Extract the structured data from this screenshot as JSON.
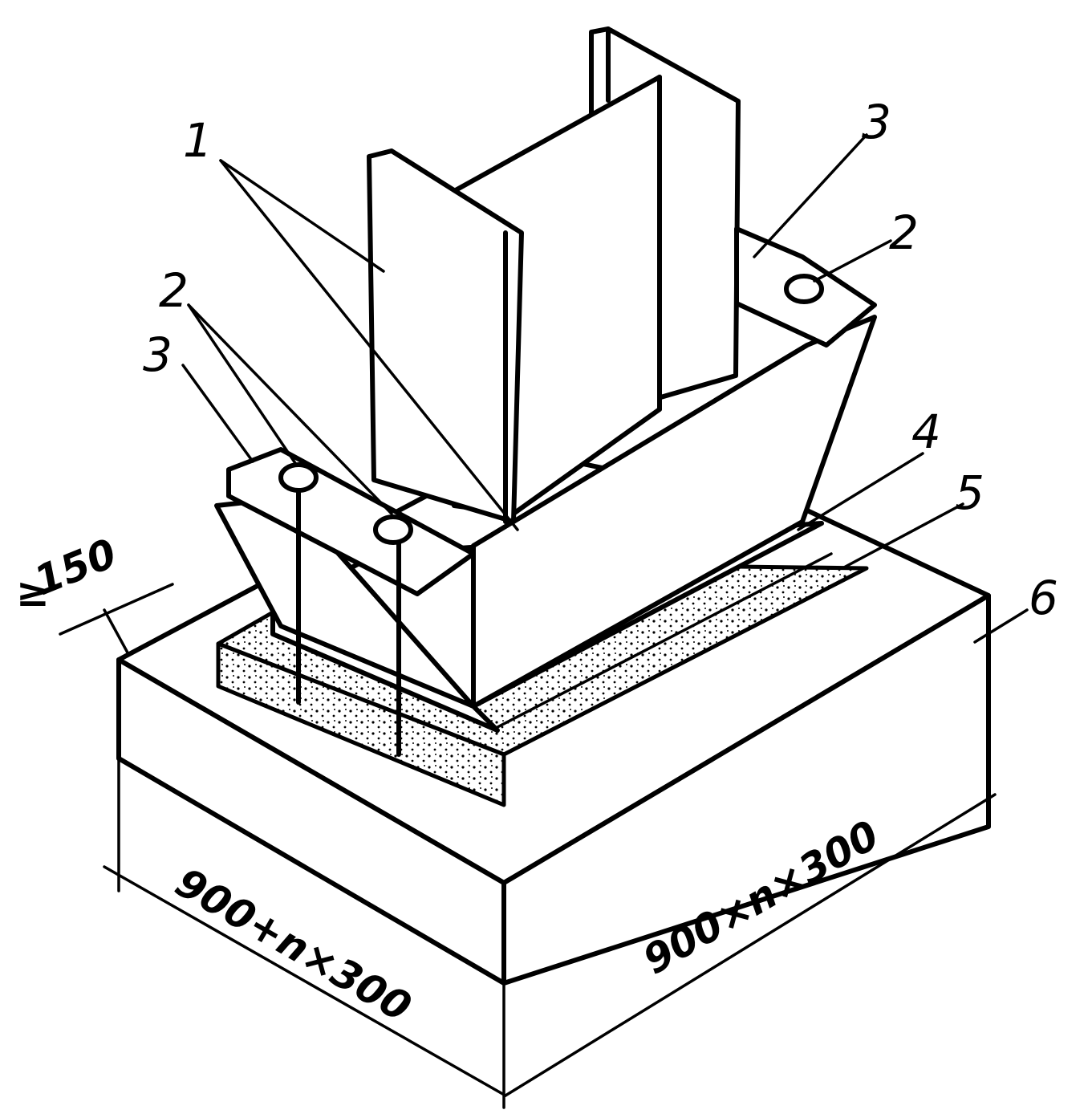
{
  "figure": {
    "callouts": {
      "c1": "1",
      "c2_left": "2",
      "c2_right": "2",
      "c3_left": "3",
      "c3_right": "3",
      "c4": "4",
      "c5": "5",
      "c6": "6"
    },
    "dimensions": {
      "side_left": "900+n×300",
      "side_right": "900×n×300",
      "edge_offset": "150",
      "edge_offset_prefix": "≥"
    }
  }
}
